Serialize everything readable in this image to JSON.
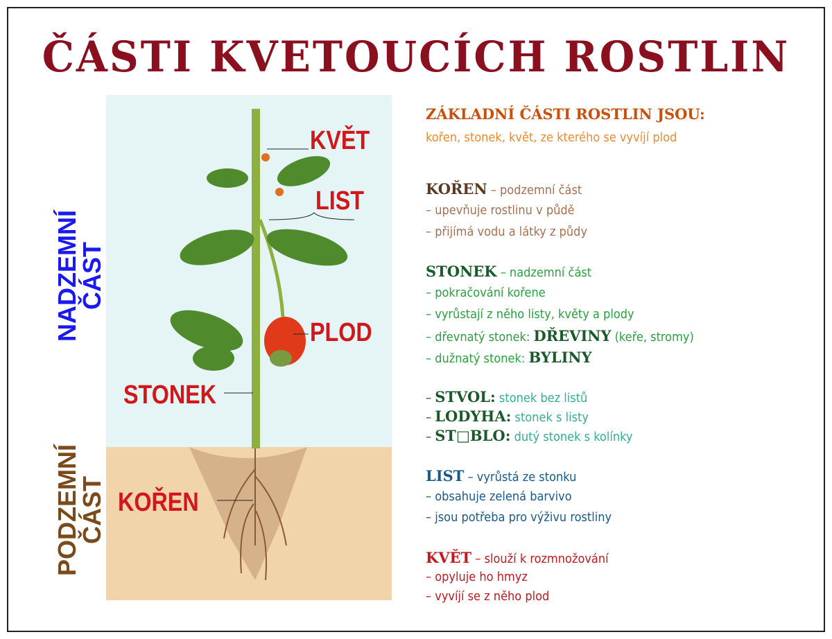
{
  "title": "ČÁSTI KVETOUCÍCH ROSTLIN",
  "side_labels": {
    "above": [
      "NADZEMNÍ",
      "ČÁST"
    ],
    "below": [
      "PODZEMNÍ",
      "ČÁST"
    ]
  },
  "diagram_labels": {
    "flower": "KVĚT",
    "leaf": "LIST",
    "fruit": "PLOD",
    "stem": "STONEK",
    "root": "KOŘEN"
  },
  "intro": {
    "heading": "ZÁKLADNÍ ČÁSTI ROSTLIN JSOU:",
    "text": "kořen, stonek, květ, ze kterého se vyvíjí plod"
  },
  "root": {
    "name": "KOŘEN",
    "desc": " – podzemní část",
    "lines": [
      "– upevňuje rostlinu v půdě",
      "– přijímá vodu a látky z půdy"
    ]
  },
  "stem": {
    "name": "STONEK",
    "desc": " – nadzemní část",
    "lines": [
      "– pokračování kořene",
      "– vyrůstají z něho listy, květy a plody"
    ],
    "woody": {
      "pre": "– dřevnatý stonek: ",
      "bold": "DŘEVINY",
      "post": " (keře, stromy)"
    },
    "herb": {
      "pre": "– dužnatý stonek: ",
      "bold": "BYLINY"
    },
    "types": [
      {
        "name": "STVOL:",
        "desc": " stonek bez listů"
      },
      {
        "name": "LODYHA:",
        "desc": " stonek s listy"
      },
      {
        "name": "ST□BLO:",
        "desc": " dutý stonek s kolínky"
      }
    ]
  },
  "leaf": {
    "name": "LIST",
    "desc": " – vyrůstá ze stonku",
    "lines": [
      "– obsahuje zelená barvivo",
      "– jsou potřeba pro výživu rostliny"
    ]
  },
  "flower": {
    "name": "KVĚT",
    "desc": " – slouží k rozmnožování",
    "lines": [
      "– opyluje ho hmyz",
      "– vyvíjí se z něho plod"
    ]
  }
}
